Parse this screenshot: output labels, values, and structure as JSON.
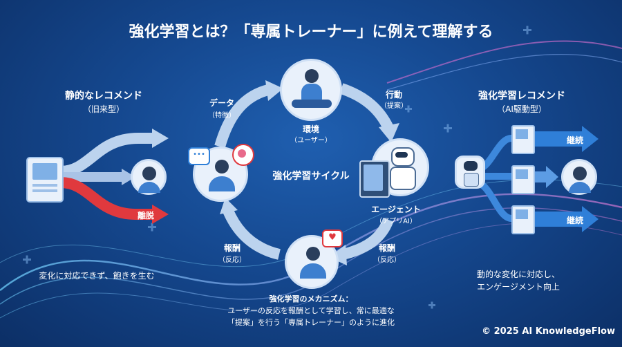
{
  "title": "強化学習とは？「専属トレーナー」に例えて理解する",
  "left": {
    "heading": "静的なレコメンド",
    "subheading": "（旧来型）",
    "churn_label": "離脱",
    "caption": "変化に対応できず、飽きを生む"
  },
  "cycle": {
    "center_label": "強化学習サイクル",
    "environment_label": "環境",
    "environment_sub": "（ユーザー）",
    "agent_label": "エージェント",
    "agent_sub": "（アプリAI）",
    "action_label": "行動",
    "action_sub": "（提案）",
    "reward_right_label": "報酬",
    "reward_right_sub": "（反応）",
    "reward_left_label": "報酬",
    "reward_left_sub": "（反応）",
    "data_label": "データ",
    "data_sub": "（特徴）"
  },
  "right": {
    "heading": "強化学習レコメンド",
    "subheading": "（AI駆動型）",
    "continue_label_1": "継続",
    "continue_label_2": "継続",
    "caption_line1": "動的な変化に対応し、",
    "caption_line2": "エンゲージメント向上"
  },
  "mechanism": {
    "line1": "強化学習のメカニズム：",
    "line2": "ユーザーの反応を報酬として学習し、常に最適な",
    "line3": "「提案」を行う「専属トレーナー」のように進化"
  },
  "copyright": "© 2025 AI KnowledgeFlow",
  "colors": {
    "accent_red": "#e0393e",
    "arrow_light": "#bcd3ee",
    "arrow_blue": "#2f7fd8"
  }
}
